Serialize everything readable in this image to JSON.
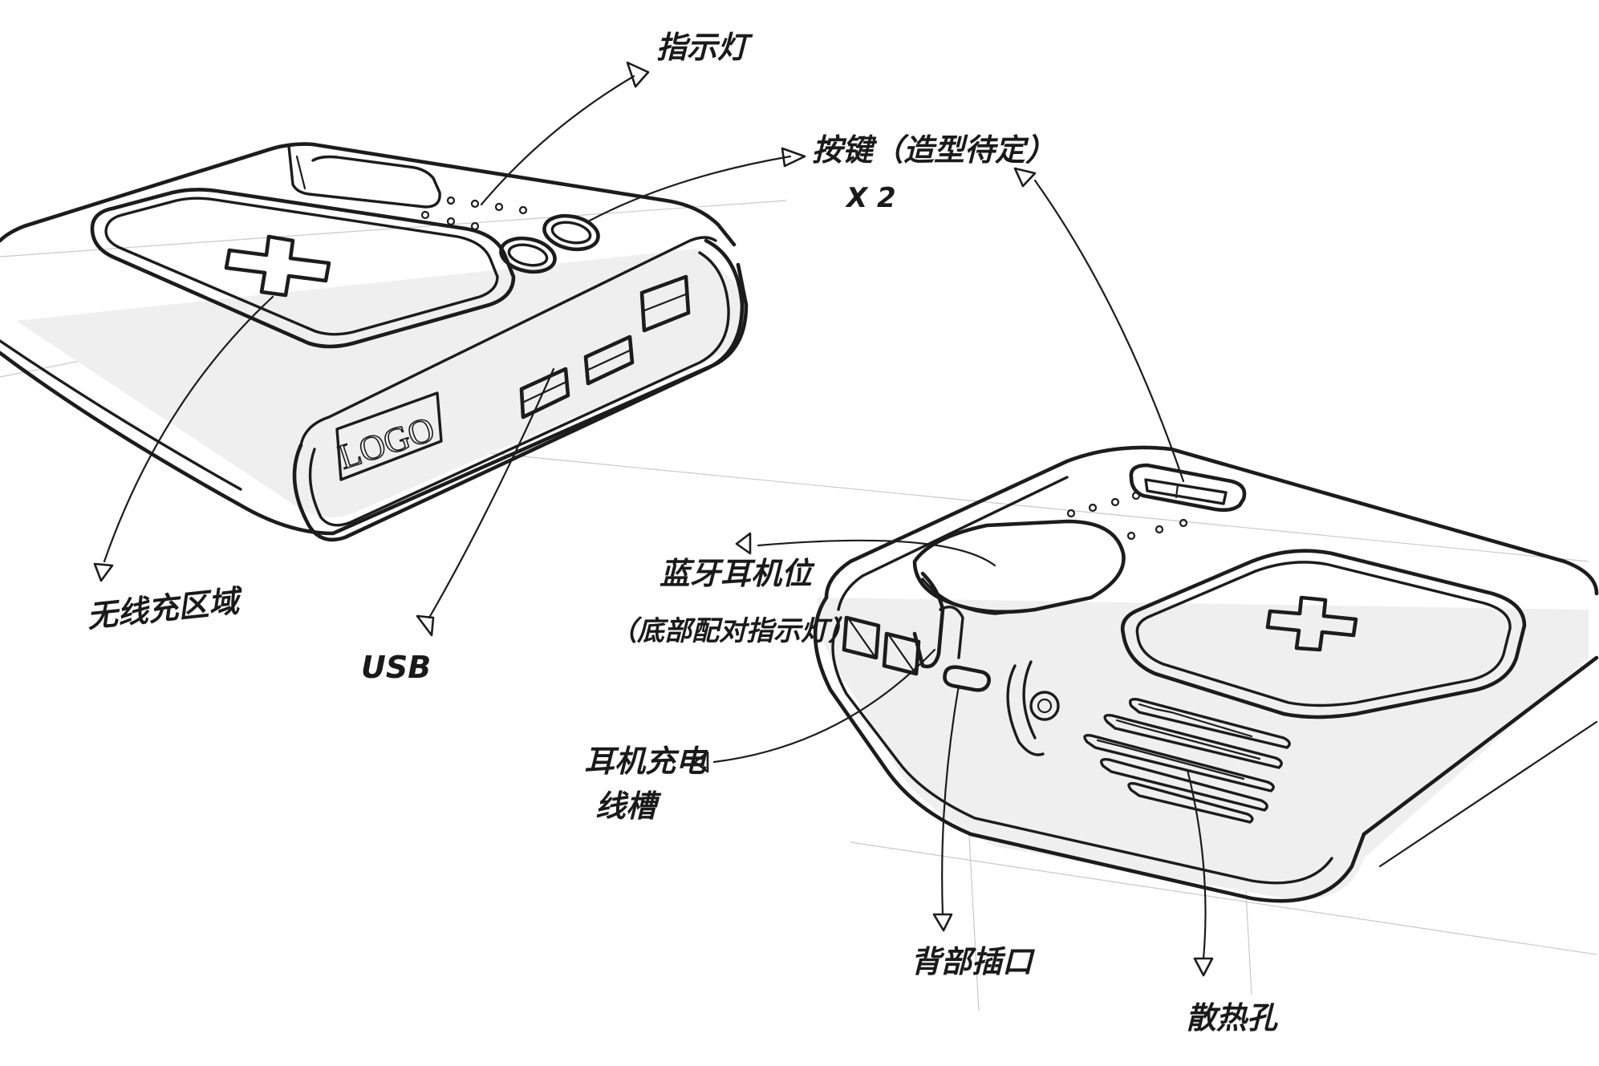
{
  "labels": {
    "indicator_light": "指示灯",
    "buttons": "按键（造型待定）",
    "buttons_count": "X 2",
    "wireless_area": "无线充区域",
    "usb": "USB",
    "logo": "LOGO",
    "bluetooth_line1": "蓝牙耳机位",
    "bluetooth_line2": "（底部配对指示灯）",
    "cable_slot_line1": "耳机充电",
    "cable_slot_line2": "线槽",
    "rear_port": "背部插口",
    "vent": "散热孔",
    "plus_symbol": "+"
  },
  "colors": {
    "ink": "#1c1c1c",
    "paper": "#ffffff"
  }
}
